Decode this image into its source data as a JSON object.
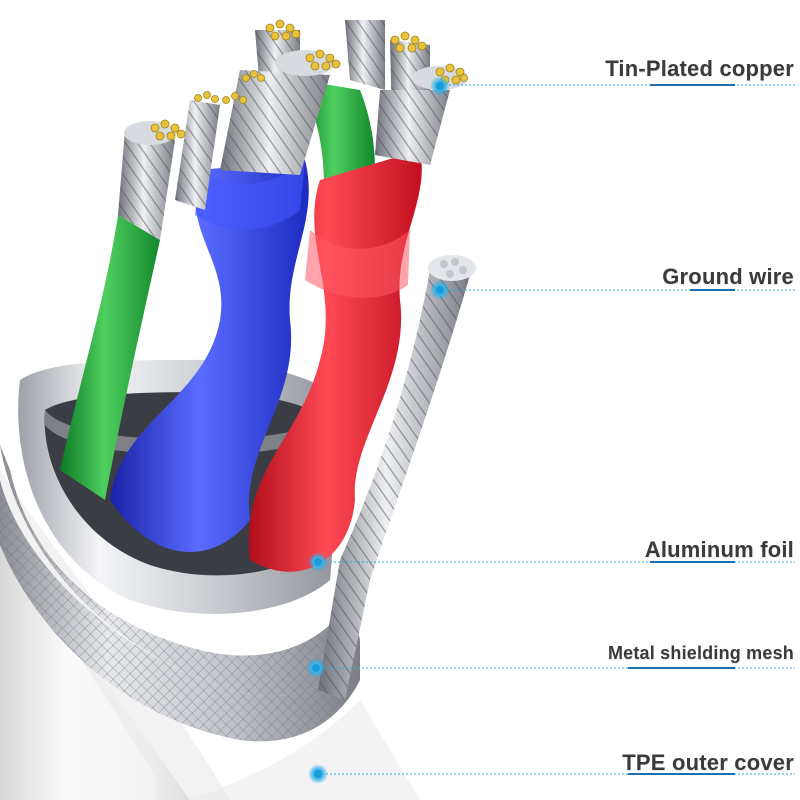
{
  "labels": {
    "tin_plated_copper": "Tin-Plated copper",
    "ground_wire": "Ground wire",
    "aluminum_foil": "Aluminum foil",
    "metal_shielding_mesh": "Metal shielding mesh",
    "tpe_outer_cover": "TPE outer cover"
  },
  "colors": {
    "green_wire": "#1fa63a",
    "blue_wire": "#2a3fe0",
    "red_wire": "#e8192c",
    "copper_tips": "#e8c23a",
    "steel": "#b8bcc4",
    "leader_line": "#2aa9e0",
    "label_text": "#3a3a3a"
  }
}
